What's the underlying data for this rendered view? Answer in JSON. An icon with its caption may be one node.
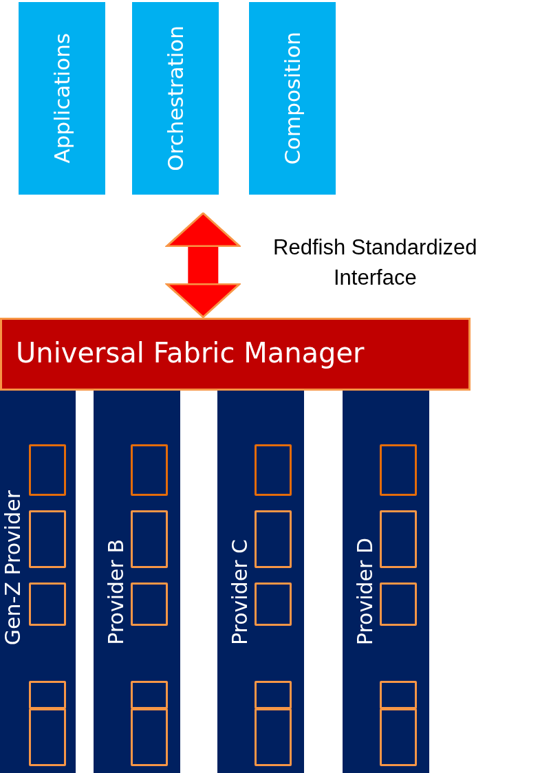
{
  "diagram": {
    "nodes": [
      {
        "text": [
          "Applications"
        ]
      },
      {
        "text": [
          "Orchestration"
        ]
      },
      {
        "text": [
          "Composition"
        ]
      },
      {
        "text": [
          "Universal Fabric Manager"
        ]
      },
      {
        "text": [
          "Gen-Z Provider"
        ]
      },
      {
        "text": [],
        "shape": "box",
        "in": 4
      },
      {
        "text": [],
        "shape": "box",
        "in": 4
      },
      {
        "text": [],
        "shape": "box",
        "in": 4
      },
      {
        "text": [],
        "shape": "box",
        "in": 4
      },
      {
        "text": [],
        "shape": "box",
        "in": 4
      },
      {
        "text": [
          "Provider B"
        ]
      },
      {
        "text": [],
        "shape": "box",
        "in": 10
      },
      {
        "text": [],
        "shape": "box",
        "in": 10
      },
      {
        "text": [],
        "shape": "box",
        "in": 10
      },
      {
        "text": [],
        "shape": "box",
        "in": 10
      },
      {
        "text": [],
        "shape": "box",
        "in": 10
      },
      {
        "text": [
          "Provider C"
        ]
      },
      {
        "text": [],
        "shape": "box",
        "in": 16
      },
      {
        "text": [],
        "shape": "box",
        "in": 16
      },
      {
        "text": [],
        "shape": "box",
        "in": 16
      },
      {
        "text": [],
        "shape": "box",
        "in": 16
      },
      {
        "text": [],
        "shape": "box",
        "in": 16
      },
      {
        "text": [
          "Provider D"
        ]
      },
      {
        "text": [],
        "shape": "box",
        "in": 22
      },
      {
        "text": [],
        "shape": "box",
        "in": 22
      },
      {
        "text": [],
        "shape": "box",
        "in": 22
      },
      {
        "text": [],
        "shape": "box",
        "in": 22
      },
      {
        "text": [],
        "shape": "box",
        "in": 22
      }
    ],
    "edges": [
      {
        "from": 1,
        "to": 3,
        "arrow": "both",
        "label": "Redfish Standardized Interface"
      }
    ]
  }
}
